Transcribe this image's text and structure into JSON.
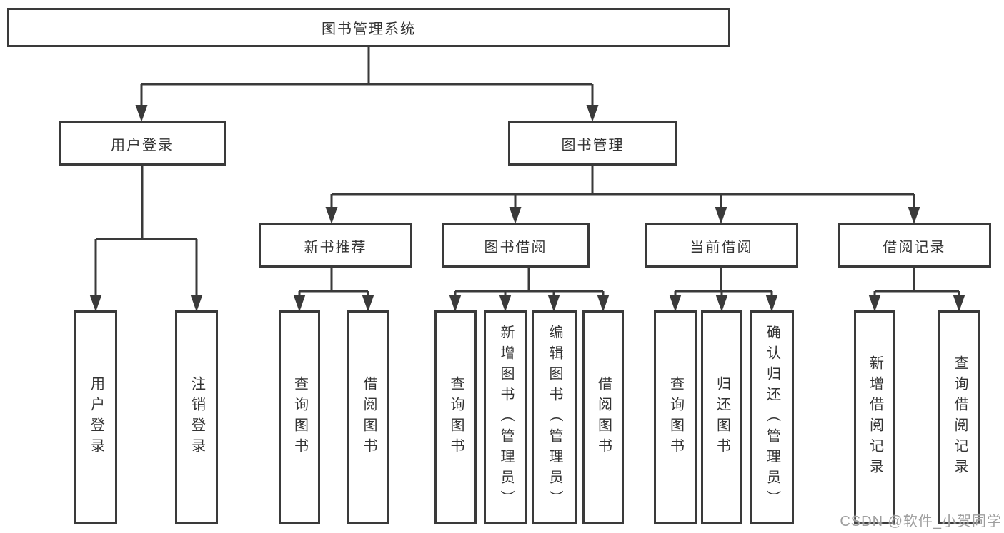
{
  "diagram": {
    "root": "图书管理系统",
    "level2": {
      "user_login": "用户登录",
      "book_mgmt": "图书管理"
    },
    "level3": {
      "new_rec": "新书推荐",
      "borrowing": "图书借阅",
      "current": "当前借阅",
      "records": "借阅记录"
    },
    "leaves": {
      "user_login": [
        "用户登录",
        "注销登录"
      ],
      "new_rec": [
        "查询图书",
        "借阅图书"
      ],
      "borrowing": [
        "查询图书",
        "新增图书（管理员）",
        "编辑图书（管理员）",
        "借阅图书"
      ],
      "current": [
        "查询图书",
        "归还图书",
        "确认归还（管理员）"
      ],
      "records": [
        "新增借阅记录",
        "查询借阅记录"
      ]
    }
  },
  "watermark": "CSDN @软件_小贺同学",
  "colors": {
    "line": "#3a3a3a",
    "text": "#333333",
    "background": "#ffffff",
    "watermark": "#9e9e9e"
  }
}
